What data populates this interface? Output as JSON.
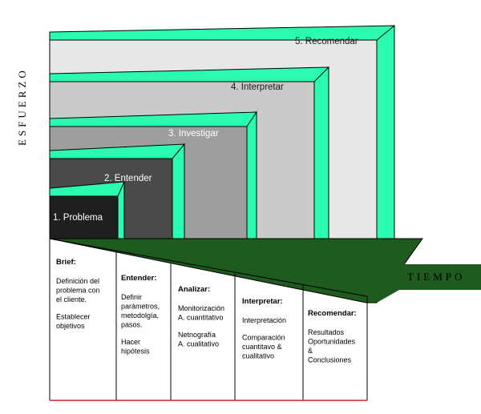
{
  "colors": {
    "accent_green": "#2BFBB0",
    "ground_green": "#1F5A1F",
    "stage1": "#1F1F1F",
    "stage2": "#4A4A4A",
    "stage3": "#9E9E9E",
    "stage4": "#CACACA",
    "stage5": "#E7E7E7",
    "baseline_red": "#D02020"
  },
  "axes": {
    "y_label": "ESFUERZO",
    "x_label": "TIEMPO"
  },
  "stages": [
    {
      "label": "1. Problema"
    },
    {
      "label": "2. Entender"
    },
    {
      "label": "3. Investigar"
    },
    {
      "label": "4. Interpretar"
    },
    {
      "label": "5. Recomendar"
    }
  ],
  "panels": [
    {
      "heading": "Brief:",
      "body": [
        "Definición del",
        "problema con",
        "el cliente.",
        "",
        "Establecer",
        "objetivos"
      ]
    },
    {
      "heading": "Entender:",
      "body": [
        "Definir",
        "parámetros,",
        "metodolgía,",
        "pasos.",
        "",
        "Hacer",
        "hipótesis"
      ]
    },
    {
      "heading": "Analizar:",
      "body": [
        "Monitorización",
        "A. cuantitativo",
        "",
        "Netnografía",
        "A. cualitativo"
      ]
    },
    {
      "heading": "Interpretar:",
      "body": [
        "Interpretación",
        "",
        "Comparación",
        "cuantitavo &",
        "cualitativo"
      ]
    },
    {
      "heading": "Recomendar:",
      "body": [
        "Resultados",
        "Oportunidades",
        "&",
        "Conclusiones"
      ]
    }
  ]
}
